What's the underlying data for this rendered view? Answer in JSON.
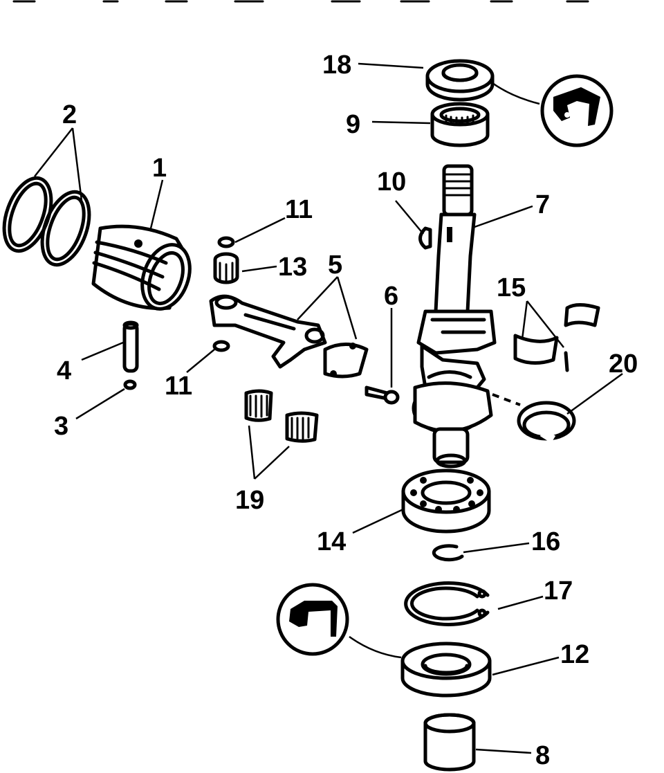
{
  "labels": {
    "p1": "1",
    "p2": "2",
    "p3": "3",
    "p4": "4",
    "p5": "5",
    "p6": "6",
    "p7": "7",
    "p8": "8",
    "p9": "9",
    "p10": "10",
    "p11a": "11",
    "p11b": "11",
    "p12": "12",
    "p13": "13",
    "p14": "14",
    "p15": "15",
    "p16": "16",
    "p17": "17",
    "p18": "18",
    "p19": "19",
    "p20": "20"
  },
  "icons": [
    "sealant-applicator-icon",
    "sealant-applicator-icon"
  ],
  "colors": {
    "ink": "#000000",
    "paper": "#ffffff"
  }
}
